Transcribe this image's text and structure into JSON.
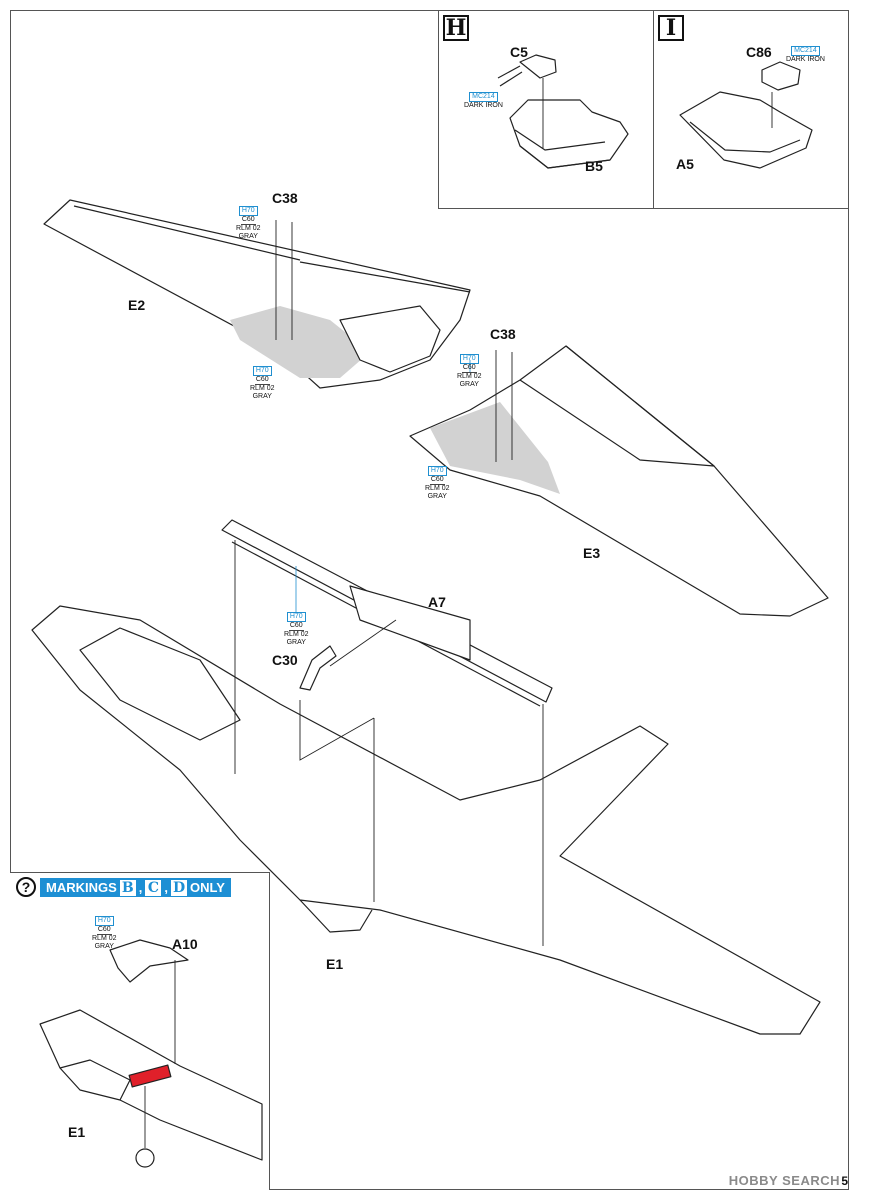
{
  "steps": {
    "H": {
      "letter": "H",
      "part_top": "C5",
      "part_bottom": "B5",
      "paint": {
        "code1": "MC214",
        "code2": "",
        "desc": "DARK IRON"
      }
    },
    "I": {
      "letter": "I",
      "part_top": "C86",
      "part_bottom": "A5",
      "paint": {
        "code1": "MC214",
        "code2": "",
        "desc": "DARK IRON"
      }
    }
  },
  "labels": {
    "c38_left": "C38",
    "c38_right": "C38",
    "e2": "E2",
    "e3": "E3",
    "a7": "A7",
    "c30": "C30",
    "e1_main": "E1",
    "a10": "A10",
    "e1_inset": "E1"
  },
  "paints": {
    "gray_code1": "H70",
    "gray_code2": "C60",
    "gray_desc1": "RLM 02",
    "gray_desc2": "GRAY"
  },
  "markings": {
    "text": "MARKINGS",
    "letters": [
      "B",
      "C",
      "D"
    ],
    "separator": ",",
    "only": "ONLY",
    "icon": "question-icon"
  },
  "footer": {
    "watermark": "HOBBY SEARCH",
    "page_number": "5"
  },
  "colors": {
    "accent_blue": "#1d8fd4",
    "paint_code_blue": "#1f8fd0",
    "highlight_red": "#e0202a",
    "shade_gray": "#d2d2d2"
  }
}
